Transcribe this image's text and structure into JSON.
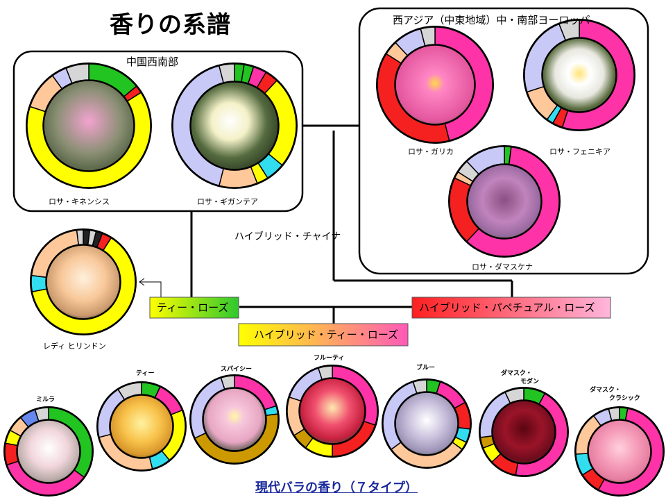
{
  "title": "香りの系譜",
  "regions": {
    "china": "中国西南部",
    "europe": "西アジア（中東地域）中・南部ヨーロッパ"
  },
  "roses": {
    "chinensis": "ロサ・キネンシス",
    "gigantea": "ロサ・ギガンテア",
    "gallica": "ロサ・ガリカ",
    "phoenicia": "ロサ・フェニキア",
    "damascena": "ロサ・ダマスケナ",
    "hirondelle": "レディ ヒリンドン"
  },
  "labels": {
    "hybrid_china": "ハイブリッド・チャイナ",
    "tea_rose": "ティー・ローズ",
    "hybrid_perpetual": "ハイブリッド・パペチュアル・ローズ",
    "hybrid_tea": "ハイブリッド・ティー・ローズ"
  },
  "types": {
    "myrrh": "ミルラ",
    "tea": "ティー",
    "spicy": "スパイシー",
    "fruity": "フルーティ",
    "blue": "ブルー",
    "damask_modern_1": "ダマスク・",
    "damask_modern_2": "モダン",
    "damask_classic_1": "ダマスク・",
    "damask_classic_2": "クラシック"
  },
  "footer": "現代バラの香り（７タイプ）",
  "colors": {
    "green": "#22c422",
    "red": "#f52020",
    "magenta": "#ff33a8",
    "yellow": "#ffff00",
    "peach": "#ffc89a",
    "lavender": "#c9c9f8",
    "cyan": "#33ddf0",
    "gray": "#d6d6d6",
    "olive": "#cc9900",
    "blue": "#6688ee",
    "dark": "#222222"
  },
  "donuts": [
    {
      "id": "chinensis",
      "segments": [
        [
          "green",
          0.14
        ],
        [
          "red",
          0.02
        ],
        [
          "yellow",
          0.64
        ],
        [
          "peach",
          0.1
        ],
        [
          "lavender",
          0.04
        ],
        [
          "gray",
          0.06
        ]
      ]
    },
    {
      "id": "gigantea",
      "segments": [
        [
          "green",
          0.025
        ],
        [
          "green",
          0.025
        ],
        [
          "magenta",
          0.035
        ],
        [
          "red",
          0.035
        ],
        [
          "yellow",
          0.24
        ],
        [
          "cyan",
          0.05
        ],
        [
          "yellow",
          0.03
        ],
        [
          "peach",
          0.1
        ],
        [
          "lavender",
          0.42
        ],
        [
          "gray",
          0.04
        ]
      ]
    },
    {
      "id": "gallica",
      "segments": [
        [
          "magenta",
          0.46
        ],
        [
          "red",
          0.38
        ],
        [
          "peach",
          0.04
        ],
        [
          "lavender",
          0.08
        ],
        [
          "gray",
          0.04
        ]
      ]
    },
    {
      "id": "phoenicia",
      "segments": [
        [
          "magenta",
          0.55
        ],
        [
          "red",
          0.03
        ],
        [
          "cyan",
          0.02
        ],
        [
          "peach",
          0.1
        ],
        [
          "lavender",
          0.24
        ],
        [
          "gray",
          0.06
        ]
      ]
    },
    {
      "id": "damascena",
      "segments": [
        [
          "green",
          0.02
        ],
        [
          "magenta",
          0.6
        ],
        [
          "red",
          0.2
        ],
        [
          "peach",
          0.02
        ],
        [
          "gray",
          0.04
        ],
        [
          "lavender",
          0.12
        ]
      ]
    },
    {
      "id": "hirondelle",
      "segments": [
        [
          "dark",
          0.02
        ],
        [
          "gray",
          0.02
        ],
        [
          "dark",
          0.02
        ],
        [
          "red",
          0.03
        ],
        [
          "yellow",
          0.63
        ],
        [
          "cyan",
          0.05
        ],
        [
          "peach",
          0.21
        ],
        [
          "gray",
          0.02
        ]
      ]
    },
    {
      "id": "myrrh",
      "segments": [
        [
          "green",
          0.35
        ],
        [
          "magenta",
          0.35
        ],
        [
          "red",
          0.08
        ],
        [
          "yellow",
          0.05
        ],
        [
          "peach",
          0.06
        ],
        [
          "blue",
          0.06
        ],
        [
          "gray",
          0.05
        ]
      ]
    },
    {
      "id": "tea",
      "segments": [
        [
          "green",
          0.07
        ],
        [
          "magenta",
          0.12
        ],
        [
          "yellow",
          0.2
        ],
        [
          "cyan",
          0.07
        ],
        [
          "peach",
          0.25
        ],
        [
          "lavender",
          0.2
        ],
        [
          "gray",
          0.09
        ]
      ]
    },
    {
      "id": "spicy",
      "segments": [
        [
          "magenta",
          0.2
        ],
        [
          "cyan",
          0.03
        ],
        [
          "olive",
          0.45
        ],
        [
          "lavender",
          0.27
        ],
        [
          "gray",
          0.05
        ]
      ]
    },
    {
      "id": "fruity",
      "segments": [
        [
          "magenta",
          0.3
        ],
        [
          "red",
          0.2
        ],
        [
          "yellow",
          0.1
        ],
        [
          "olive",
          0.06
        ],
        [
          "peach",
          0.14
        ],
        [
          "lavender",
          0.15
        ],
        [
          "gray",
          0.05
        ]
      ]
    },
    {
      "id": "blue",
      "segments": [
        [
          "green",
          0.05
        ],
        [
          "magenta",
          0.12
        ],
        [
          "red",
          0.1
        ],
        [
          "cyan",
          0.05
        ],
        [
          "yellow",
          0.03
        ],
        [
          "peach",
          0.3
        ],
        [
          "lavender",
          0.3
        ],
        [
          "gray",
          0.05
        ]
      ]
    },
    {
      "id": "damask_modern",
      "segments": [
        [
          "green",
          0.08
        ],
        [
          "magenta",
          0.45
        ],
        [
          "red",
          0.1
        ],
        [
          "yellow",
          0.06
        ],
        [
          "olive",
          0.04
        ],
        [
          "lavender",
          0.2
        ],
        [
          "gray",
          0.07
        ]
      ]
    },
    {
      "id": "damask_classic",
      "segments": [
        [
          "green",
          0.03
        ],
        [
          "magenta",
          0.55
        ],
        [
          "red",
          0.08
        ],
        [
          "cyan",
          0.08
        ],
        [
          "peach",
          0.16
        ],
        [
          "lavender",
          0.06
        ],
        [
          "gray",
          0.04
        ]
      ]
    }
  ]
}
